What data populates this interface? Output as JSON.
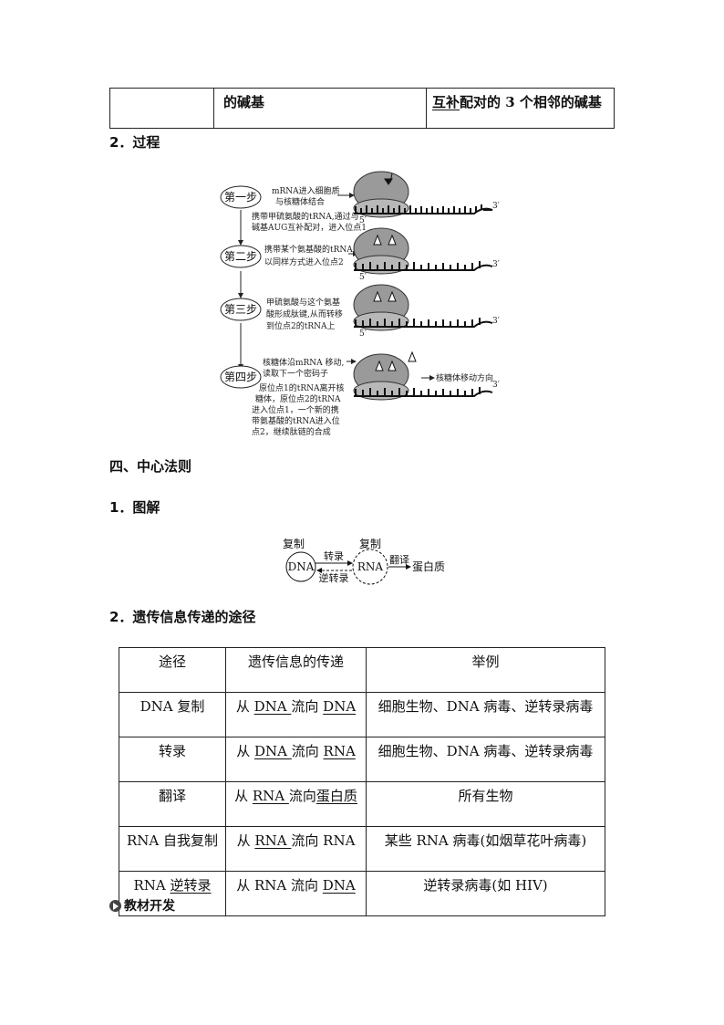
{
  "top_table": {
    "cell2": "的碱基",
    "cell3_u": "互补",
    "cell3_rest": "配对的 3 个相邻的碱基"
  },
  "section_process": "2．过程",
  "process_diagram": {
    "steps": [
      {
        "label": "第一步",
        "lines": [
          "mRNA进入细胞质",
          "与核糖体结合"
        ]
      },
      {
        "label": "第二步",
        "lines": [
          "携带某个氨基酸的tRNA",
          "以同样方式进入位点2"
        ]
      },
      {
        "label": "第三步",
        "lines": [
          "甲硫氨酸与这个氨基",
          "酸形成肽键,从而转移",
          "到位点2的tRNA上"
        ]
      },
      {
        "label": "第四步",
        "lines": [
          "核糖体沿mRNA 移动,",
          "读取下一个密码子"
        ]
      }
    ],
    "between_1_2": [
      "携带甲硫氨酸的tRNA,通过与",
      "碱基AUG互补配对，进入位点1"
    ],
    "step4_extra": [
      "原位点1的tRNA离开核",
      "糖体，原位点2的tRNA",
      "进入位点1，一个新的携",
      "带氨基酸的tRNA进入位",
      "点2，继续肽链的合成"
    ],
    "five_prime": "5′",
    "three_prime": "3′",
    "direction": "核糖体移动方向"
  },
  "section_four": "四、中心法则",
  "section_tujie": "1．图解",
  "central_dogma": {
    "dna": "DNA",
    "rna": "RNA",
    "protein": "蛋白质",
    "fuzhi1": "复制",
    "fuzhi2": "复制",
    "zhuanlu": "转录",
    "nizhuanlu": "逆转录",
    "fanyi": "翻译"
  },
  "section_path": "2．遗传信息传递的途径",
  "table2": {
    "headers": [
      "途径",
      "遗传信息的传递",
      "举例"
    ],
    "rows": [
      {
        "c1a": "DNA 复制",
        "c1u": "",
        "c2": [
          {
            "t": "从 ",
            "u": false
          },
          {
            "t": "DNA ",
            "u": true
          },
          {
            "t": "流向 ",
            "u": false
          },
          {
            "t": "DNA",
            "u": true
          }
        ],
        "c3": "细胞生物、DNA 病毒、逆转录病毒"
      },
      {
        "c1a": "转录",
        "c1u": "",
        "c2": [
          {
            "t": "从 ",
            "u": false
          },
          {
            "t": "DNA ",
            "u": true
          },
          {
            "t": "流向 ",
            "u": false
          },
          {
            "t": "RNA",
            "u": true
          }
        ],
        "c3": "细胞生物、DNA 病毒、逆转录病毒"
      },
      {
        "c1a": "翻译",
        "c1u": "",
        "c2": [
          {
            "t": "从 ",
            "u": false
          },
          {
            "t": "RNA ",
            "u": true
          },
          {
            "t": "流向",
            "u": false
          },
          {
            "t": "蛋白质",
            "u": true
          }
        ],
        "c3": "所有生物"
      },
      {
        "c1a": "RNA 自我复制",
        "c1u": "",
        "c2": [
          {
            "t": "从 ",
            "u": false
          },
          {
            "t": "RNA ",
            "u": true
          },
          {
            "t": "流向 RNA",
            "u": false
          }
        ],
        "c3": "某些 RNA 病毒(如烟草花叶病毒)"
      },
      {
        "c1a": "RNA ",
        "c1u": "逆转录",
        "c2": [
          {
            "t": "从 RNA 流向 ",
            "u": false
          },
          {
            "t": "DNA",
            "u": true
          }
        ],
        "c3": "逆转录病毒(如 HIV)"
      }
    ]
  },
  "footer_label": "教材开发"
}
